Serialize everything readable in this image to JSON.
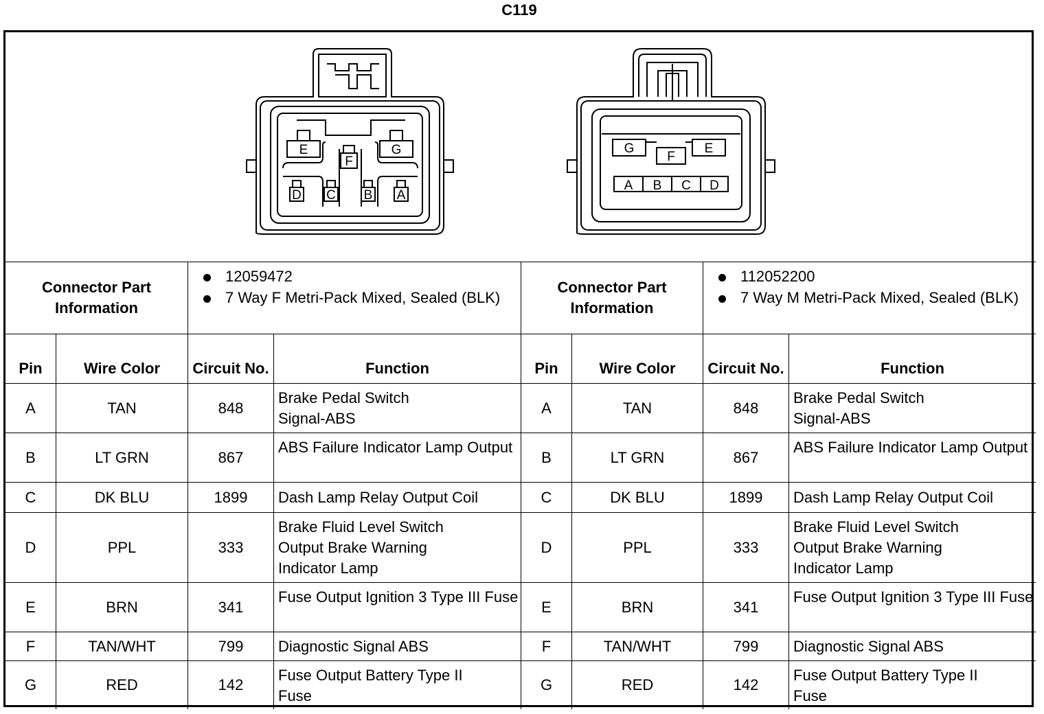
{
  "title": "C119",
  "connectors": [
    {
      "part_label": "Connector Part Information",
      "part_info": [
        "12059472",
        "7 Way F Metri-Pack Mixed, Sealed (BLK)"
      ],
      "pin_letters": [
        "E",
        "F",
        "G",
        "D",
        "C",
        "B",
        "A"
      ]
    },
    {
      "part_label": "Connector Part Information",
      "part_info": [
        "112052200",
        "7 Way M Metri-Pack Mixed, Sealed (BLK)"
      ],
      "pin_letters": [
        "G",
        "F",
        "E",
        "A",
        "B",
        "C",
        "D"
      ]
    }
  ],
  "headers": {
    "pin": "Pin",
    "wire_color": "Wire Color",
    "circuit": "Circuit No.",
    "function": "Function"
  },
  "rows": [
    {
      "pin": "A",
      "color": "TAN",
      "circuit": "848",
      "function": "Brake Pedal Switch Signal-ABS"
    },
    {
      "pin": "B",
      "color": "LT GRN",
      "circuit": "867",
      "function": "ABS Failure Indicator Lamp Output"
    },
    {
      "pin": "C",
      "color": "DK BLU",
      "circuit": "1899",
      "function": "Dash Lamp Relay Output Coil"
    },
    {
      "pin": "D",
      "color": "PPL",
      "circuit": "333",
      "function": "Brake Fluid Level Switch Output Brake Warning Indicator Lamp"
    },
    {
      "pin": "E",
      "color": "BRN",
      "circuit": "341",
      "function": "Fuse Output Ignition 3 Type III Fuse"
    },
    {
      "pin": "F",
      "color": "TAN/WHT",
      "circuit": "799",
      "function": "Diagnostic Signal ABS"
    },
    {
      "pin": "G",
      "color": "RED",
      "circuit": "142",
      "function": "Fuse Output Battery Type II Fuse"
    }
  ]
}
